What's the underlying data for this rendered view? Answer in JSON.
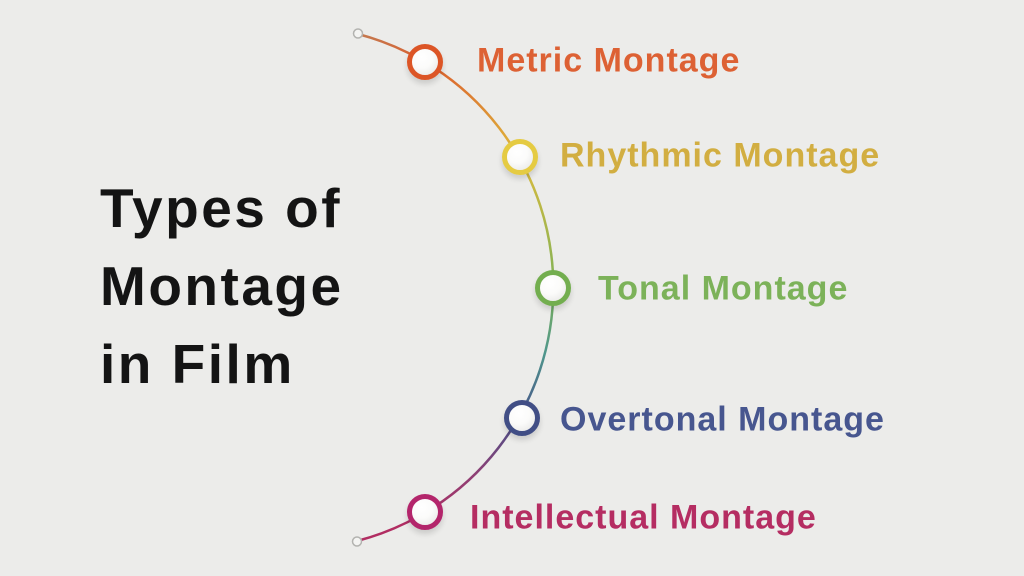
{
  "title": "Types of\nMontage\nin Film",
  "title_color": "#141414",
  "background_color": "#ececea",
  "items": [
    {
      "label": "Metric Montage",
      "text_color": "#dd6134",
      "ring_color": "#dc5526"
    },
    {
      "label": "Rhythmic Montage",
      "text_color": "#d2ae41",
      "ring_color": "#e5cb42"
    },
    {
      "label": "Tonal Montage",
      "text_color": "#7cb259",
      "ring_color": "#73ae4f"
    },
    {
      "label": "Overtonal Montage",
      "text_color": "#47568f",
      "ring_color": "#414e85"
    },
    {
      "label": "Intellectual Montage",
      "text_color": "#b52d62",
      "ring_color": "#b3256b"
    }
  ],
  "curve": {
    "gradient": {
      "0": "#c47a50",
      "1": "#dc5e2d",
      "2": "#debb3c",
      "3": "#7eb257",
      "4": "#4f968c",
      "5": "#475089",
      "6": "#8f3f74",
      "7": "#b12d62"
    },
    "endpoint_color": "#f4f4f2",
    "endpoint_stroke": "#b3b3b0"
  }
}
